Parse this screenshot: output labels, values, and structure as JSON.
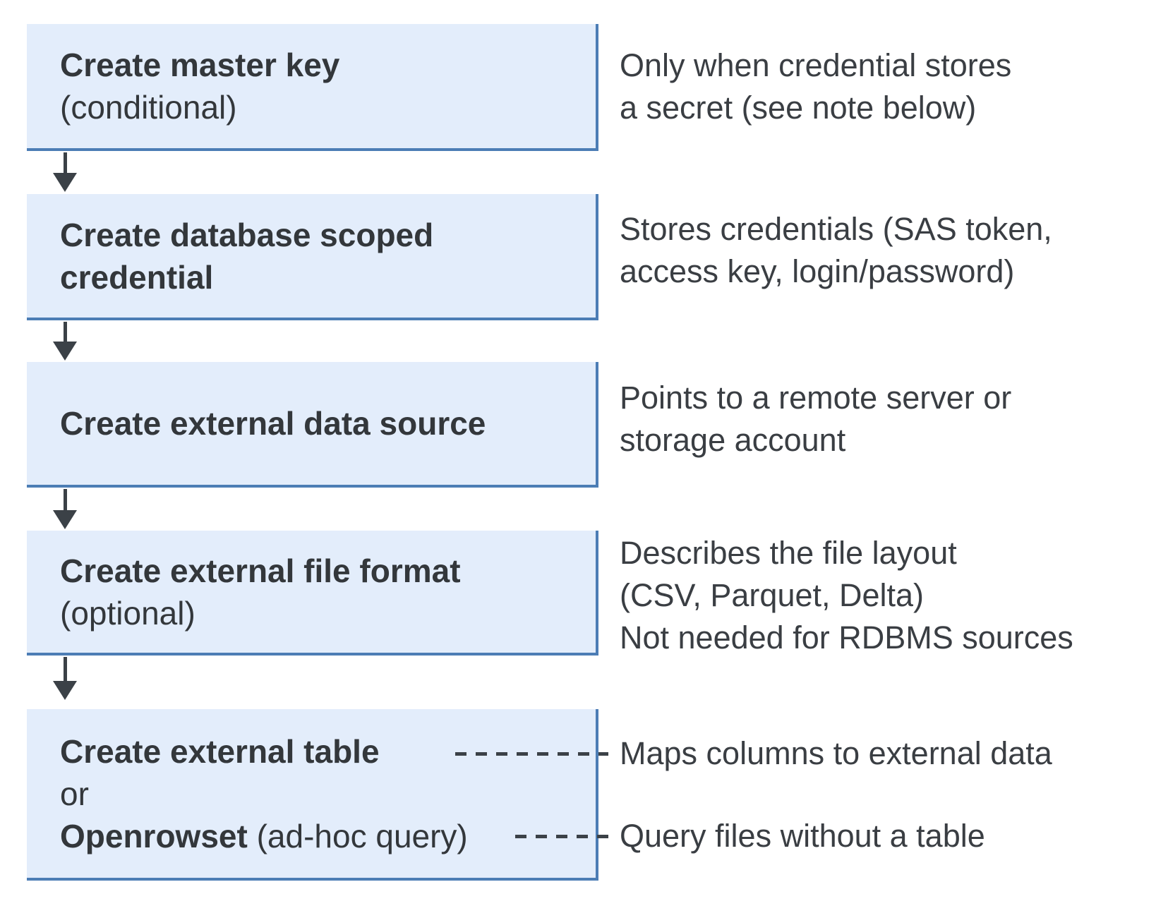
{
  "boxes": {
    "box1": {
      "title": "Create master key",
      "subtitle": "(conditional)"
    },
    "box2": {
      "title_line1": "Create database scoped",
      "title_line2": "credential"
    },
    "box3": {
      "title": "Create external data source"
    },
    "box4": {
      "title": "Create external file format",
      "subtitle": "(optional)"
    },
    "box5": {
      "line1": "Create external table",
      "line2": "or",
      "line3_bold": "Openrowset",
      "line3_rest": " (ad-hoc query)"
    }
  },
  "notes": {
    "note1": {
      "line1": "Only when credential stores",
      "line2": "a secret (see note below)"
    },
    "note2": {
      "line1": "Stores credentials (SAS token,",
      "line2": "access key, login/password)"
    },
    "note3": {
      "line1": "Points to a remote server or",
      "line2": "storage account"
    },
    "note4": {
      "line1": "Describes the file layout",
      "line2": "(CSV, Parquet, Delta)",
      "line3": "Not needed for RDBMS sources"
    },
    "note5a": "Maps columns to external data",
    "note5b": "Query files without a table"
  },
  "colors": {
    "box_fill": "#e3edfb",
    "box_border": "#4c7db5",
    "arrow": "#3b4147",
    "text_dark": "#33373b",
    "text_note": "#3a3e43"
  }
}
